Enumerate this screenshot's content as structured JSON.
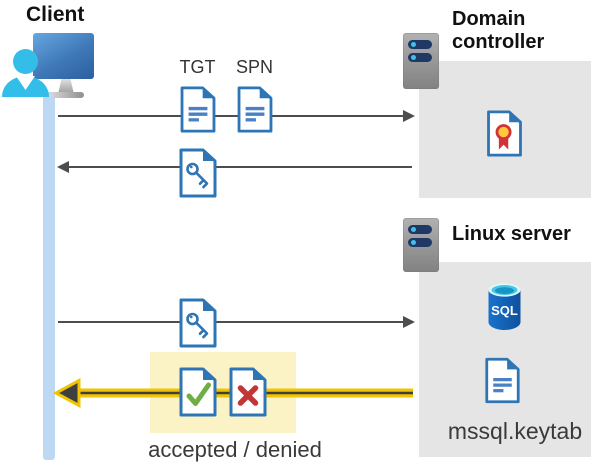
{
  "client": {
    "label": "Client"
  },
  "flow": {
    "tgt_label": "TGT",
    "spn_label": "SPN",
    "result_label": "accepted / denied"
  },
  "domain_controller": {
    "title": "Domain controller"
  },
  "linux_server": {
    "title": "Linux server",
    "sql_label": "SQL",
    "keytab_label": "mssql.keytab"
  },
  "icons": {
    "client": "client-workstation-icon",
    "domain_controller": "server-icon",
    "linux_server": "server-icon",
    "tgt": "ticket-document-icon",
    "spn": "ticket-document-icon",
    "service_ticket": "key-document-icon",
    "certificate": "certificate-document-icon",
    "database": "sql-database-icon",
    "keytab": "keytab-document-icon",
    "accepted": "check-document-icon",
    "denied": "x-document-icon"
  },
  "colors": {
    "box-gray": "#e5e5e5",
    "pill-navy": "#1f3864",
    "dot-cyan": "#3fc1e9",
    "person-cyan": "#33bee9",
    "bar-blue": "#bdd8f2",
    "doc-blue": "#2e75b6",
    "doc-line-blue": "#4a80c4",
    "arrow-gray": "#4d4d4d",
    "highlight-yellow": "#fbf3c5",
    "arrow-yellow": "#f0c400",
    "arrow-dark": "#3f3f3f",
    "check-green": "#6fae46",
    "x-red": "#c23636",
    "cert-red": "#d13438",
    "cert-gold": "#ffc83d"
  }
}
